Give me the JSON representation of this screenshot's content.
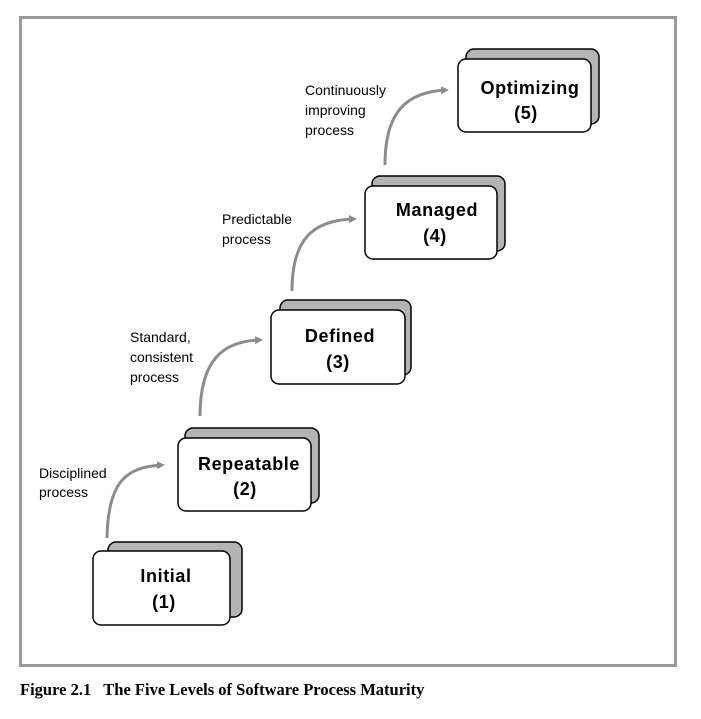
{
  "levels": [
    {
      "name": "Initial",
      "number": "(1)"
    },
    {
      "name": "Repeatable",
      "number": "(2)"
    },
    {
      "name": "Defined",
      "number": "(3)"
    },
    {
      "name": "Managed",
      "number": "(4)"
    },
    {
      "name": "Optimizing",
      "number": "(5)"
    }
  ],
  "transitions": [
    {
      "lines": [
        "Disciplined",
        "process"
      ]
    },
    {
      "lines": [
        "Standard,",
        "consistent",
        "process"
      ]
    },
    {
      "lines": [
        "Predictable",
        "process"
      ]
    },
    {
      "lines": [
        "Continuously",
        "improving",
        "process"
      ]
    }
  ],
  "caption": {
    "number": "Figure 2.1",
    "title": "The Five Levels of Software Process Maturity"
  },
  "colors": {
    "box_fill": "#ffffff",
    "shadow_fill": "#b4b4b4",
    "arrow": "#8c8c8c",
    "frame": "#9a9a9a"
  }
}
